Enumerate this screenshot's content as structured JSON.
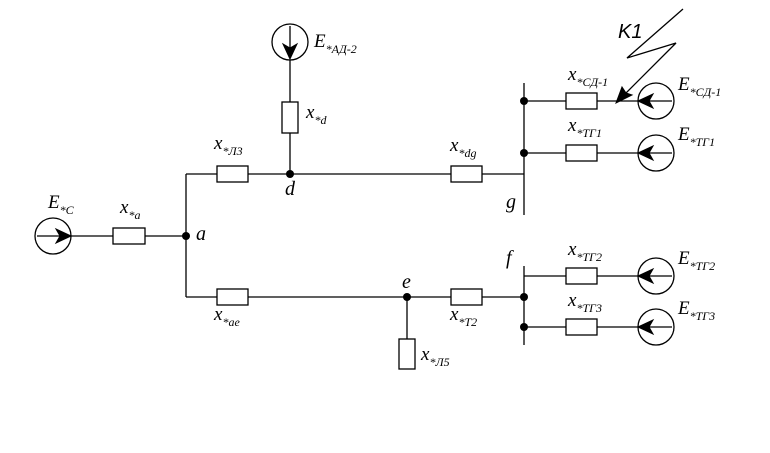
{
  "sources": {
    "ec": {
      "main": "E",
      "sub": "*С"
    },
    "ead2": {
      "main": "E",
      "sub": "*АД-2"
    },
    "esd1": {
      "main": "E",
      "sub": "*СД-1"
    },
    "etg1": {
      "main": "E",
      "sub": "*ТГ1"
    },
    "etg2": {
      "main": "E",
      "sub": "*ТГ2"
    },
    "etg3": {
      "main": "E",
      "sub": "*ТГ3"
    }
  },
  "reactances": {
    "xa": {
      "main": "x",
      "sub": "*а"
    },
    "xl3": {
      "main": "x",
      "sub": "*Л3"
    },
    "xd": {
      "main": "x",
      "sub": "*d"
    },
    "xdg": {
      "main": "x",
      "sub": "*dg"
    },
    "xsd1": {
      "main": "x",
      "sub": "*СД-1"
    },
    "xtg1": {
      "main": "x",
      "sub": "*ТГ1"
    },
    "xae": {
      "main": "x",
      "sub": "*ае"
    },
    "xt2": {
      "main": "x",
      "sub": "*Т2"
    },
    "xl5": {
      "main": "x",
      "sub": "*Л5"
    },
    "xtg2": {
      "main": "x",
      "sub": "*ТГ2"
    },
    "xtg3": {
      "main": "x",
      "sub": "*ТГ3"
    }
  },
  "nodes": {
    "a": "a",
    "d": "d",
    "g": "g",
    "e": "e",
    "f": "f"
  },
  "fault": {
    "label": "K1"
  }
}
